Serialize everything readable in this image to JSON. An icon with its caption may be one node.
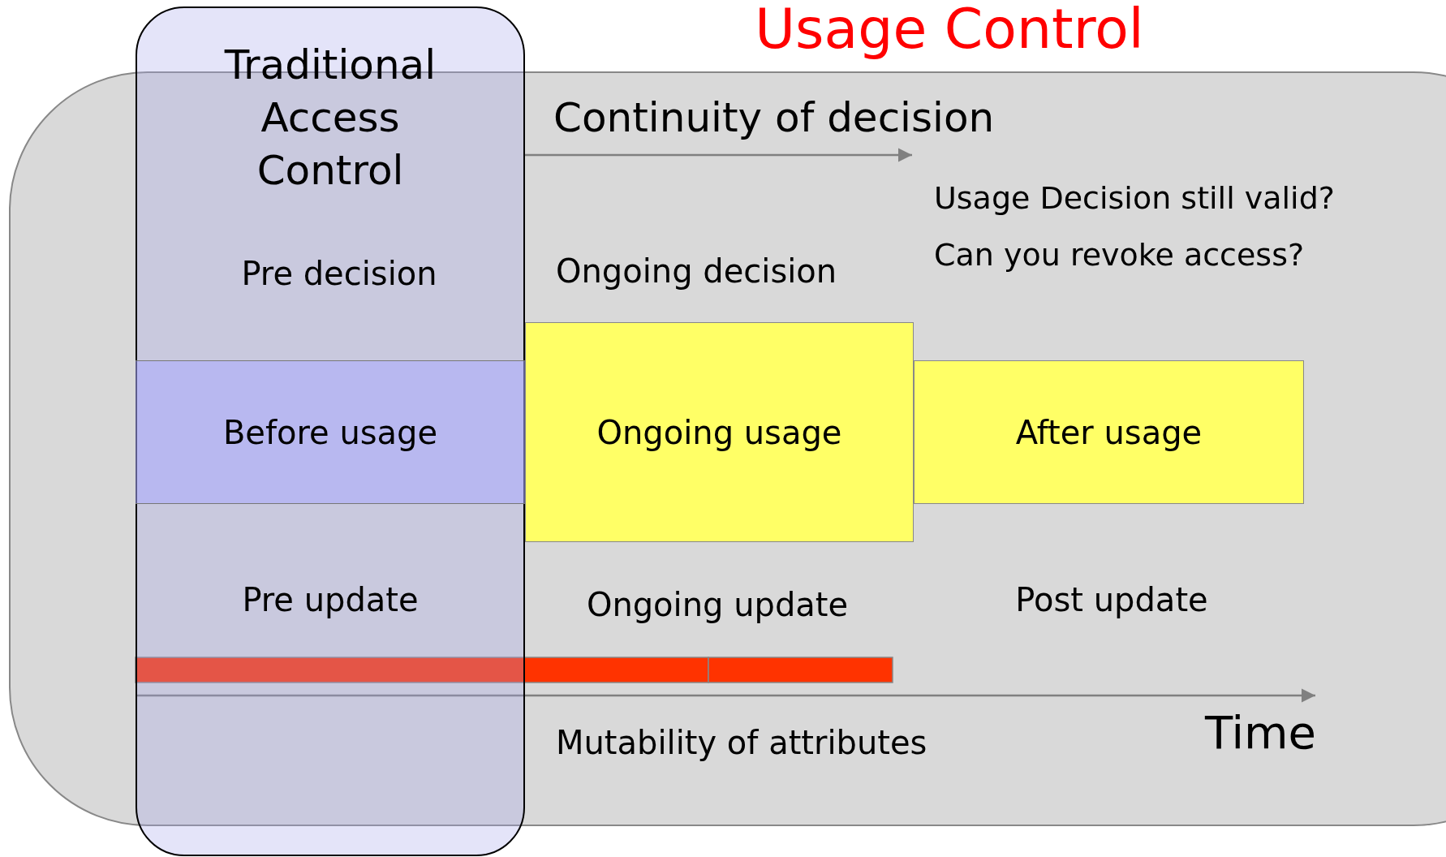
{
  "diagram": {
    "title": "Usage Control",
    "nodes": [
      {
        "text": [
          "Traditional Access Control"
        ]
      },
      {
        "text": [
          "Before usage"
        ],
        "in": 0
      },
      {
        "text": [
          "Ongoing usage"
        ]
      },
      {
        "text": [
          "After usage"
        ]
      }
    ],
    "edges": [],
    "labels": [
      "Continuity of decision",
      "Usage Decision still valid?",
      "Can you revoke access?",
      "Pre decision",
      "Ongoing decision",
      "Pre update",
      "Ongoing update",
      "Post update",
      "Mutability of attributes",
      "Time"
    ]
  }
}
